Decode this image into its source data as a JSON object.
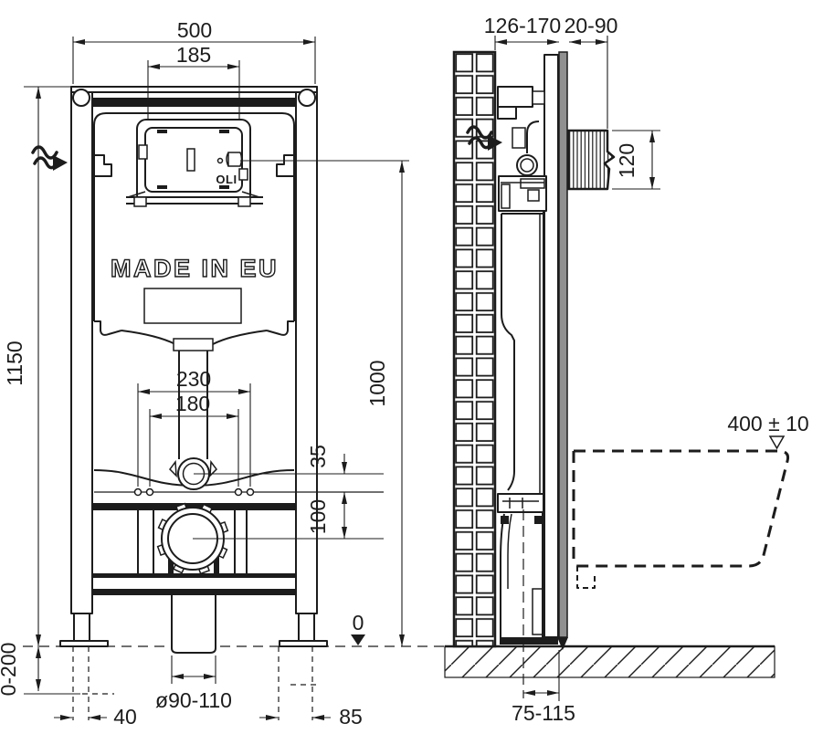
{
  "colors": {
    "line": "#1c1c1c",
    "wall_finish_panel": "#909090",
    "background": "#ffffff"
  },
  "icons": {
    "water_inlet_arrow": "wavy flow arrow ≈➤",
    "datum_triangle_open": "▽",
    "datum_triangle_filled": "▼"
  },
  "front": {
    "d500": "500",
    "d185": "185",
    "d1150": "1150",
    "d1000": "1000",
    "d230": "230",
    "d180": "180",
    "d35": "35",
    "d100": "100",
    "d0200": "0-200",
    "d40": "40",
    "dphi": "ø90-110",
    "d85": "85",
    "zero": "0",
    "made": "MADE IN EU",
    "oli": "OLI"
  },
  "side": {
    "d126": "126-170",
    "d2090": "20-90",
    "d120": "120",
    "d400": "400 ± 10",
    "d75": "75-115"
  }
}
